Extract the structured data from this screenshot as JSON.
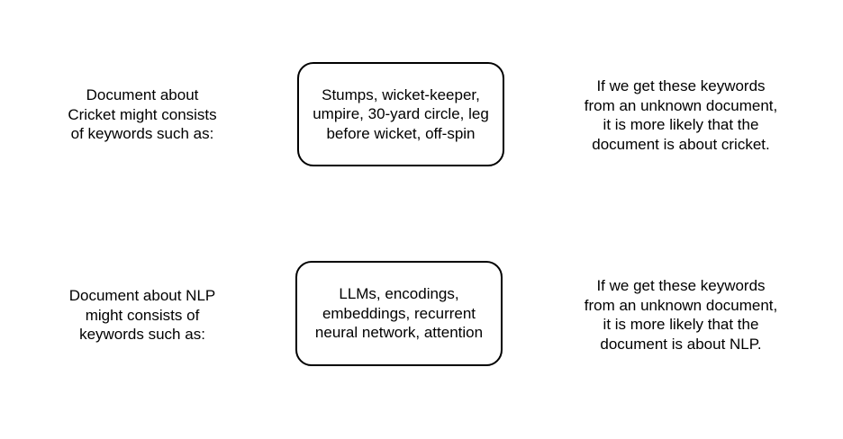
{
  "diagram": {
    "rows": [
      {
        "topic": "Cricket",
        "left": "Document about\nCricket might consists\nof keywords such as:",
        "box": "Stumps, wicket-keeper,\numpire, 30-yard circle, leg\nbefore wicket, off-spin",
        "right": "If we get these keywords\nfrom an unknown document,\nit is more likely that the\ndocument is about cricket."
      },
      {
        "topic": "NLP",
        "left": "Document about NLP\nmight consists of\nkeywords such as:",
        "box": "LLMs, encodings,\nembeddings, recurrent\nneural network, attention",
        "right": "If we get these keywords\nfrom an unknown document,\nit is more likely that the\ndocument is about NLP."
      }
    ],
    "colors": {
      "background": "#ffffff",
      "text": "#000000",
      "box_border": "#000000",
      "box_fill": "#ffffff"
    }
  }
}
